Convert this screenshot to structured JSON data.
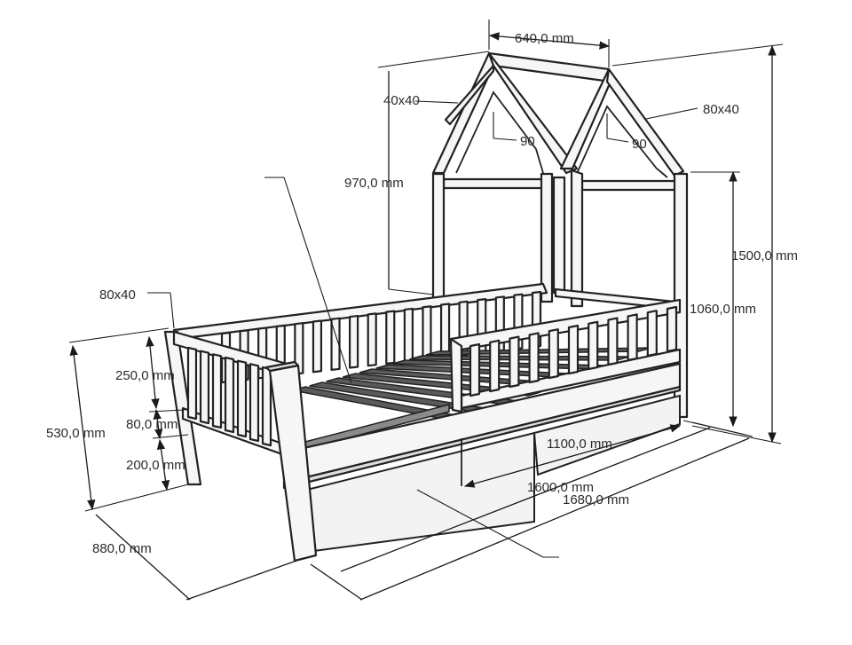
{
  "labels": {
    "roof_width": "640,0 mm",
    "post_section_left": "40x40",
    "roof_section": "80x40",
    "angle_left": "90",
    "angle_right": "90",
    "house_height": "970,0 mm",
    "total_height": "1500,0 mm",
    "post_height": "1060,0 mm",
    "corner_post_section": "80x40",
    "rail_height": "250,0 mm",
    "side_board": "80,0 mm",
    "leg_clearance": "200,0 mm",
    "bed_height": "530,0 mm",
    "drawer_length": "1100,0 mm",
    "inner_length": "1600,0 mm",
    "outer_length": "1680,0 mm",
    "width": "880,0 mm"
  },
  "colors": {
    "line": "#222222",
    "slats": "#5a5a5a",
    "panel": "#f6f6f6"
  }
}
